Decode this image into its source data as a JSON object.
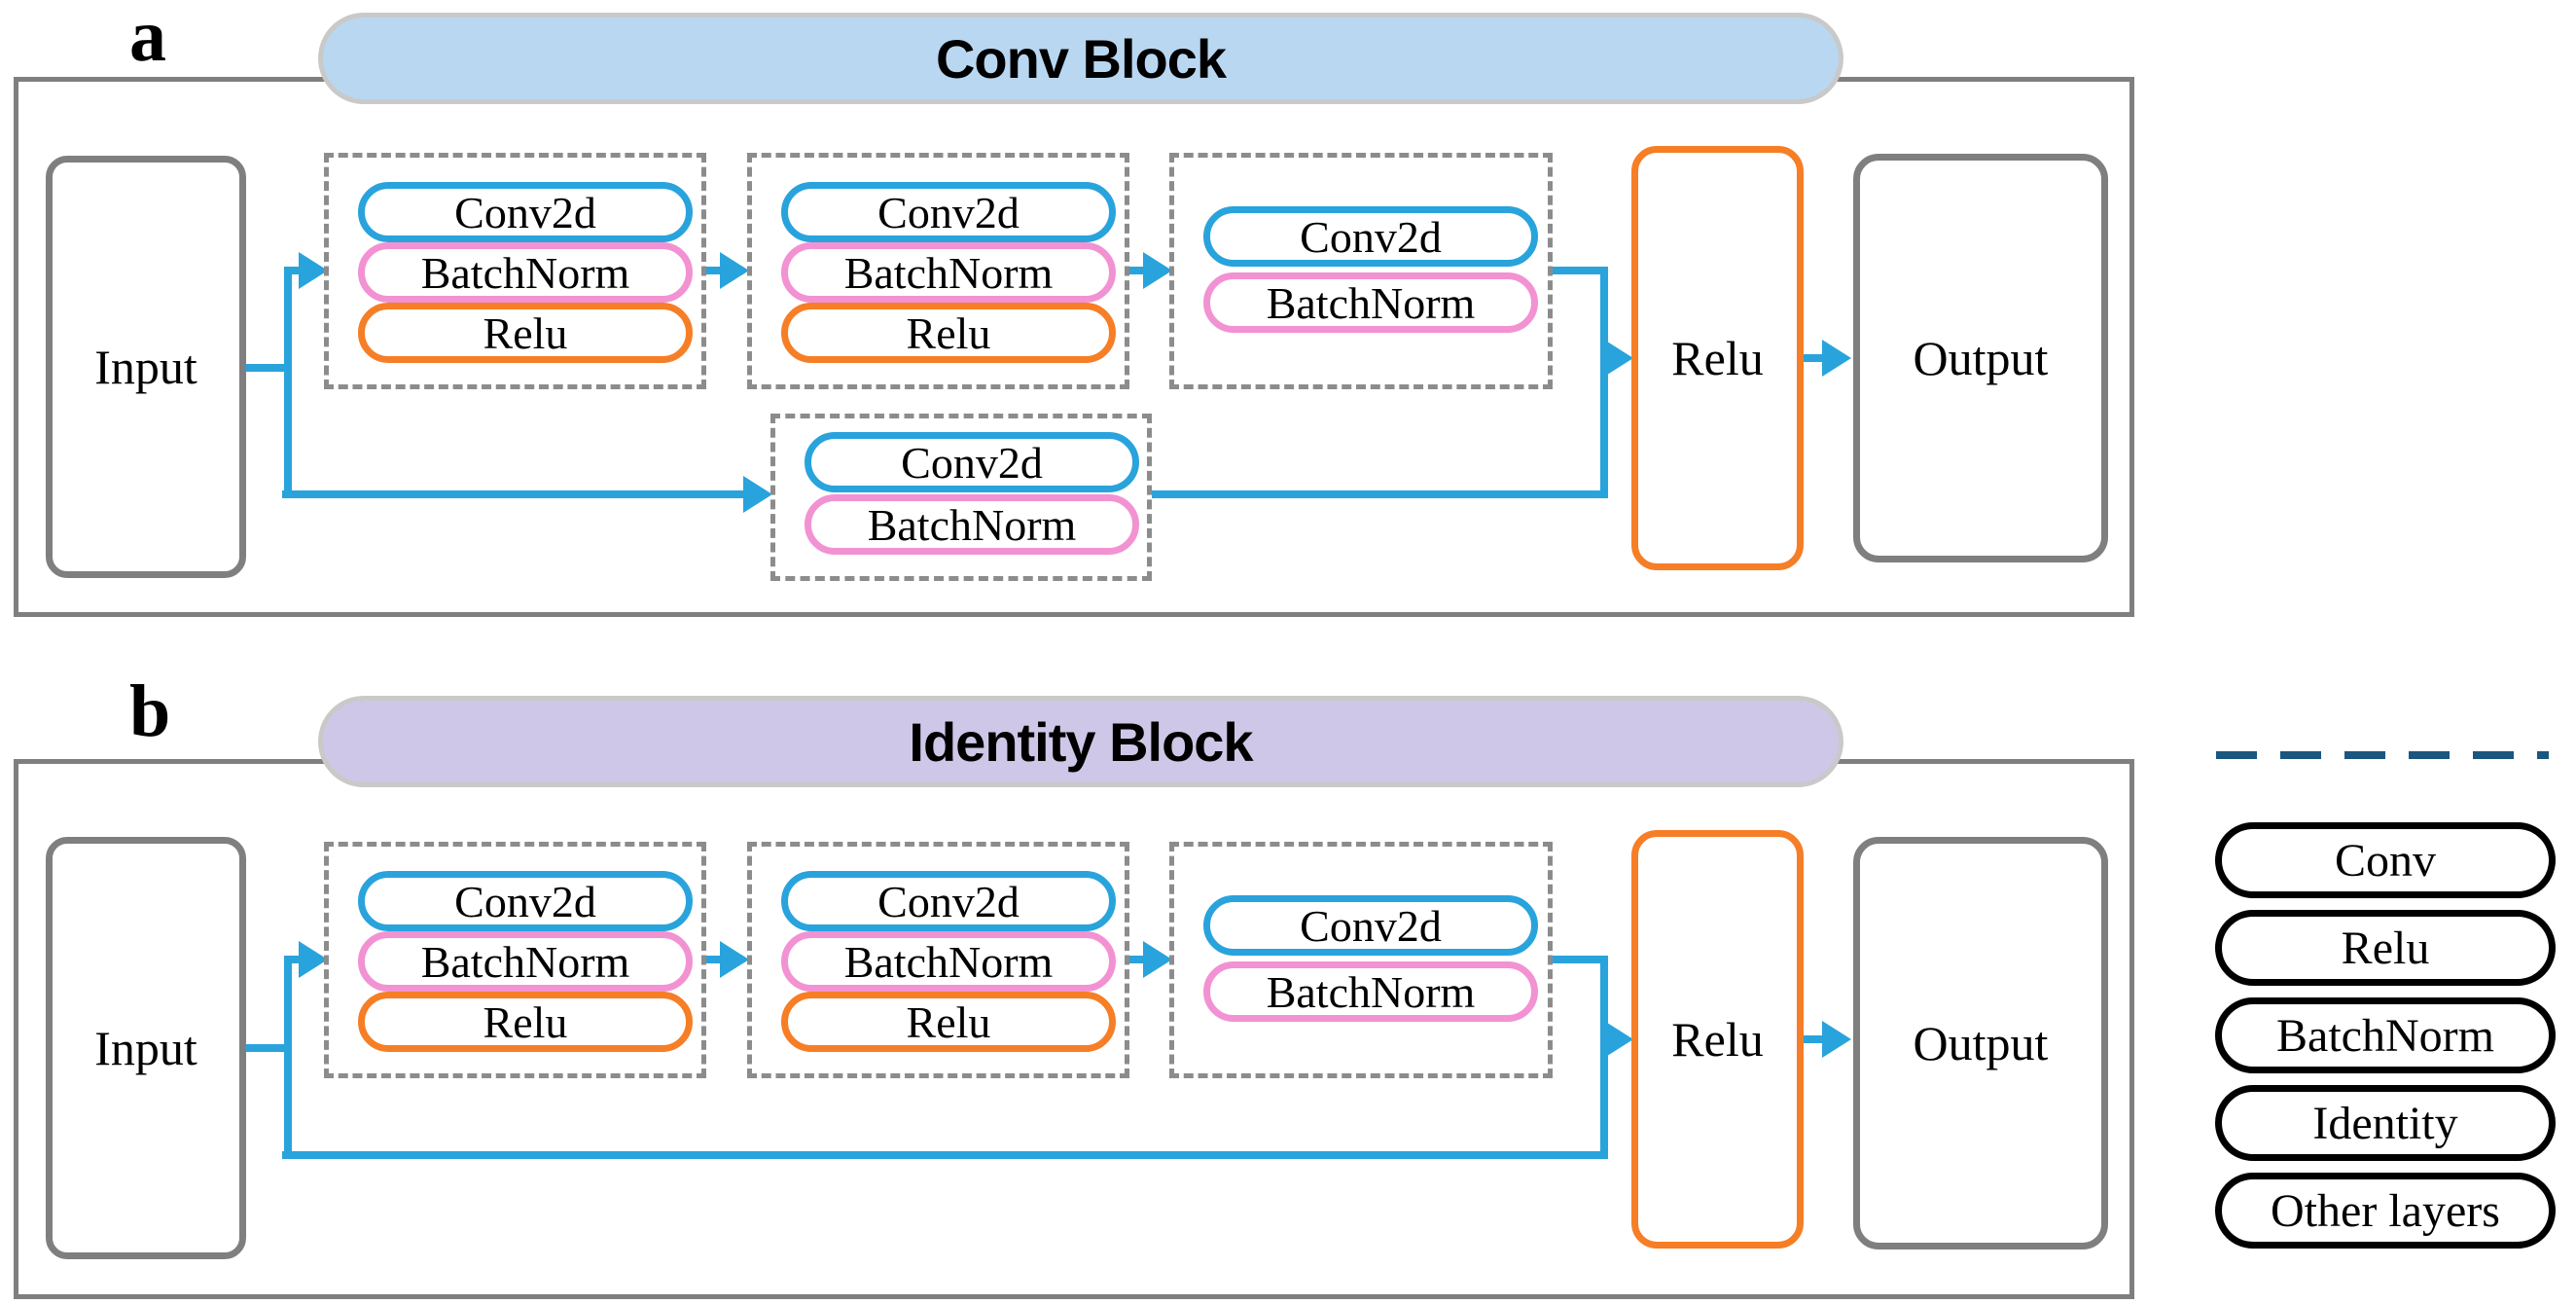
{
  "colors": {
    "conv": "#29A3DC",
    "relu": "#F67E26",
    "batchnorm": "#F292D2",
    "identity": "#A295D2",
    "other": "#7F7F7F",
    "arrow": "#29A3DC",
    "dash_gray": "#8C8C8C",
    "outer_gray": "#7F7F7F",
    "conv_block_fill": "#B9D7F0",
    "identity_block_fill": "#CFC7E7",
    "header_border": "#C9C9C9",
    "legend_dash": "#1A567E"
  },
  "block_a": {
    "label": "a",
    "title": "Conv Block",
    "input": "Input",
    "output": "Output",
    "final_relu": "Relu",
    "groups": [
      {
        "layers": [
          {
            "label": "Conv2d",
            "type": "conv"
          },
          {
            "label": "BatchNorm",
            "type": "batchnorm"
          },
          {
            "label": "Relu",
            "type": "relu"
          }
        ]
      },
      {
        "layers": [
          {
            "label": "Conv2d",
            "type": "conv"
          },
          {
            "label": "BatchNorm",
            "type": "batchnorm"
          },
          {
            "label": "Relu",
            "type": "relu"
          }
        ]
      },
      {
        "layers": [
          {
            "label": "Conv2d",
            "type": "conv"
          },
          {
            "label": "BatchNorm",
            "type": "batchnorm"
          }
        ]
      }
    ],
    "shortcut_group": {
      "layers": [
        {
          "label": "Conv2d",
          "type": "conv"
        },
        {
          "label": "BatchNorm",
          "type": "batchnorm"
        }
      ]
    }
  },
  "block_b": {
    "label": "b",
    "title": "Identity Block",
    "input": "Input",
    "output": "Output",
    "final_relu": "Relu",
    "groups": [
      {
        "layers": [
          {
            "label": "Conv2d",
            "type": "conv"
          },
          {
            "label": "BatchNorm",
            "type": "batchnorm"
          },
          {
            "label": "Relu",
            "type": "relu"
          }
        ]
      },
      {
        "layers": [
          {
            "label": "Conv2d",
            "type": "conv"
          },
          {
            "label": "BatchNorm",
            "type": "batchnorm"
          },
          {
            "label": "Relu",
            "type": "relu"
          }
        ]
      },
      {
        "layers": [
          {
            "label": "Conv2d",
            "type": "conv"
          },
          {
            "label": "BatchNorm",
            "type": "batchnorm"
          }
        ]
      }
    ]
  },
  "legend": {
    "items": [
      {
        "label": "Conv",
        "type": "conv"
      },
      {
        "label": "Relu",
        "type": "relu"
      },
      {
        "label": "BatchNorm",
        "type": "batchnorm"
      },
      {
        "label": "Identity",
        "type": "identity"
      },
      {
        "label": "Other layers",
        "type": "other"
      }
    ]
  }
}
